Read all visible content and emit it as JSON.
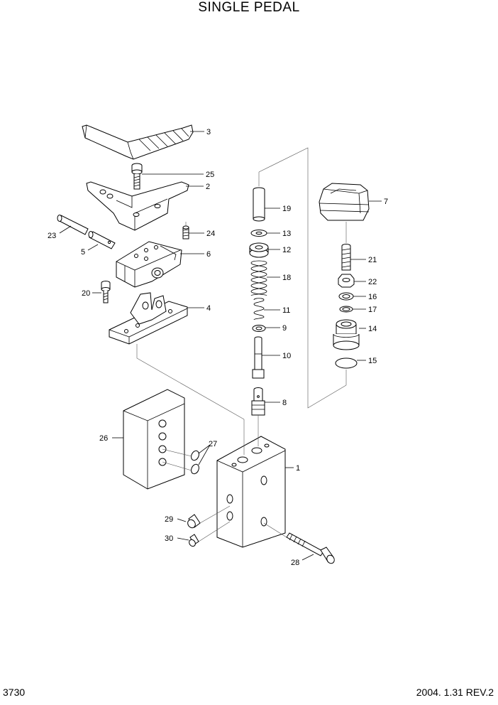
{
  "title": "SINGLE PEDAL",
  "footer": {
    "page": "3730",
    "revision": "2004. 1.31 REV.2"
  },
  "parts": {
    "p1": "1",
    "p2": "2",
    "p3": "3",
    "p4": "4",
    "p5": "5",
    "p6": "6",
    "p7": "7",
    "p8": "8",
    "p9": "9",
    "p10": "10",
    "p11": "11",
    "p12": "12",
    "p13": "13",
    "p14": "14",
    "p15": "15",
    "p16": "16",
    "p17": "17",
    "p18": "18",
    "p19": "19",
    "p20": "20",
    "p21": "21",
    "p22": "22",
    "p23": "23",
    "p24": "24",
    "p25": "25",
    "p26": "26",
    "p27": "27",
    "p28": "28",
    "p29": "29",
    "p30": "30"
  }
}
